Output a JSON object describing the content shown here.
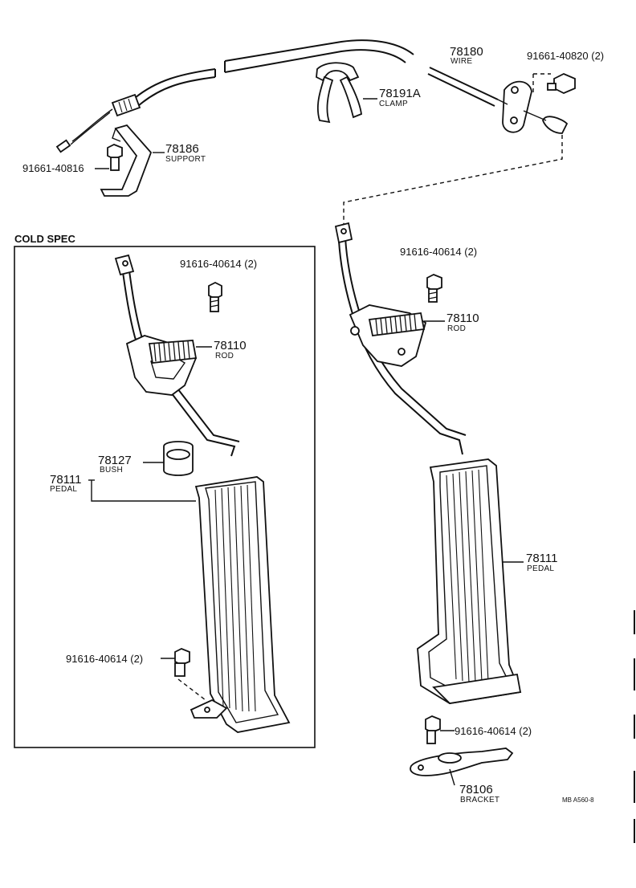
{
  "diagram": {
    "cold_spec_label": "COLD SPEC",
    "footer_code": "MB A560-8",
    "callouts": {
      "wire": {
        "part_no": "78180",
        "name": "WIRE"
      },
      "bolt_wire": {
        "part_no": "91661-40820 (2)"
      },
      "clamp": {
        "part_no": "78191A",
        "name": "CLAMP"
      },
      "support": {
        "part_no": "78186",
        "name": "SUPPORT"
      },
      "bolt_support": {
        "part_no": "91661-40816"
      },
      "cs_bolt_top": {
        "part_no": "91616-40614 (2)"
      },
      "cs_rod": {
        "part_no": "78110",
        "name": "ROD"
      },
      "cs_bush": {
        "part_no": "78127",
        "name": "BUSH"
      },
      "cs_pedal": {
        "part_no": "78111",
        "name": "PEDAL"
      },
      "cs_bolt_bottom": {
        "part_no": "91616-40614 (2)"
      },
      "rod_bolt": {
        "part_no": "91616-40614 (2)"
      },
      "rod": {
        "part_no": "78110",
        "name": "ROD"
      },
      "pedal": {
        "part_no": "78111",
        "name": "PEDAL"
      },
      "bracket_bolt": {
        "part_no": "91616-40614 (2)"
      },
      "bracket": {
        "part_no": "78106",
        "name": "BRACKET"
      }
    }
  }
}
